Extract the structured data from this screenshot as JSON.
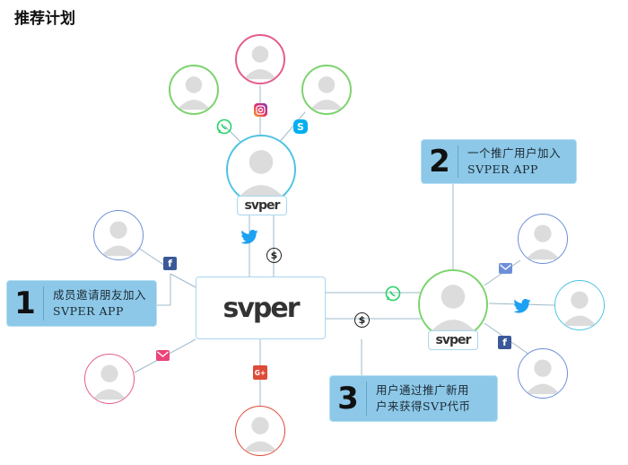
{
  "title": "推荐计划",
  "brand": {
    "name": "svper"
  },
  "callouts": [
    {
      "number": "1",
      "text": "成员邀请朋友加入\nSVPER APP"
    },
    {
      "number": "2",
      "text": "一个推广用户加入\nSVPER APP"
    },
    {
      "number": "3",
      "text": "用户通过推广新用\n户来获得SVP代币"
    }
  ],
  "icons": {
    "facebook": "f",
    "google_plus": "G+",
    "dollar": "$"
  },
  "colors": {
    "callout_bg": "#8dc8e8",
    "green_ring": "#7dd36f",
    "pink_ring": "#e35d8f",
    "blue_ring": "#6d8fd8",
    "teal_ring": "#4fc3e2",
    "facebook": "#3b5998",
    "twitter": "#1da1f2",
    "whatsapp": "#25d366",
    "skype": "#00aff0",
    "gplus": "#dd4b39",
    "email": "#e9447a"
  }
}
